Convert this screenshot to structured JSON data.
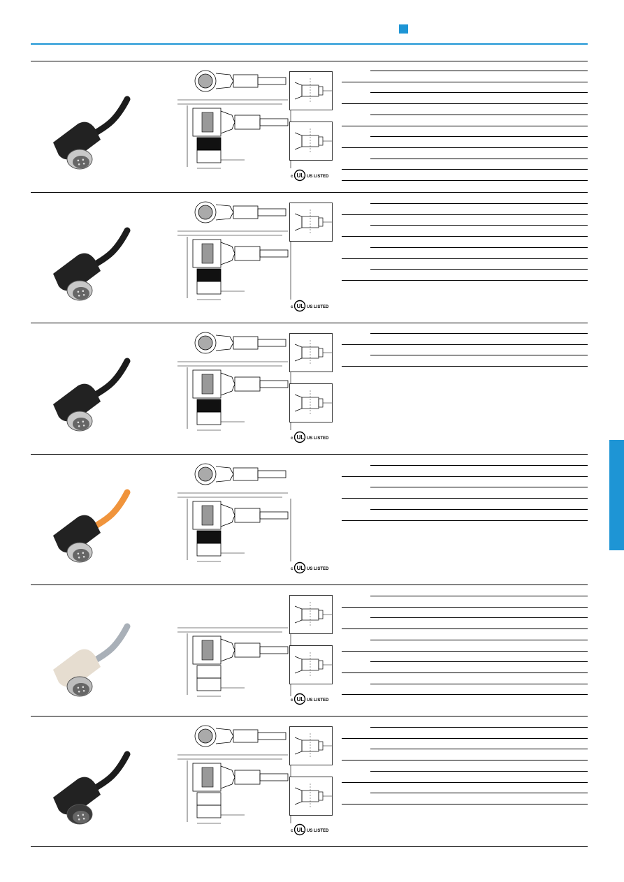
{
  "colors": {
    "accent": "#1E95D5",
    "divider": "#000000"
  },
  "header": {
    "marker_icon": "blue-square-icon"
  },
  "sections": [
    {
      "cable_color": "#1c1c1c",
      "body_color": "#222222",
      "nut_color": "#c8c8c8",
      "ul_label": "US LISTED"
    },
    {
      "cable_color": "#1c1c1c",
      "body_color": "#222222",
      "nut_color": "#c8c8c8",
      "ul_label": "US LISTED"
    },
    {
      "cable_color": "#1c1c1c",
      "body_color": "#222222",
      "nut_color": "#c8c8c8",
      "ul_label": "US LISTED"
    },
    {
      "cable_color": "#f0943c",
      "body_color": "#222222",
      "nut_color": "#c8c8c8",
      "ul_label": "US LISTED"
    },
    {
      "cable_color": "#a9b0b8",
      "body_color": "#e6ddd0",
      "nut_color": "#bdbdbd",
      "ul_label": "US LISTED"
    },
    {
      "cable_color": "#1c1c1c",
      "body_color": "#222222",
      "nut_color": "#3a3a3a",
      "ul_label": "US LISTED"
    }
  ]
}
